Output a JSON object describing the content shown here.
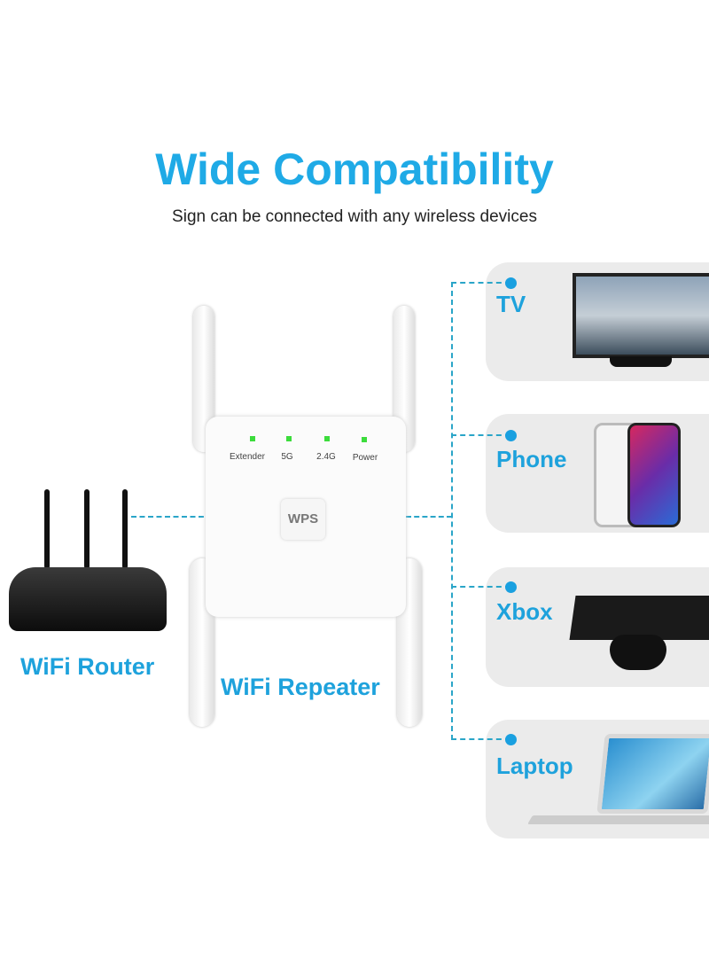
{
  "header": {
    "title": "Wide Compatibility",
    "subtitle": "Sign can be connected with any wireless devices"
  },
  "router": {
    "label": "WiFi Router"
  },
  "repeater": {
    "label": "WiFi Repeater",
    "leds": [
      "Extender",
      "5G",
      "2.4G",
      "Power"
    ],
    "wps_label": "WPS",
    "led_color": "#3cdc3c"
  },
  "devices": [
    {
      "label": "TV",
      "icon": "tv-icon"
    },
    {
      "label": "Phone",
      "icon": "phone-icon"
    },
    {
      "label": "Xbox",
      "icon": "game-console-icon"
    },
    {
      "label": "Laptop",
      "icon": "laptop-icon"
    }
  ],
  "colors": {
    "accent": "#1faae6",
    "card": "#ebebeb",
    "connector": "#2aa5c8"
  }
}
